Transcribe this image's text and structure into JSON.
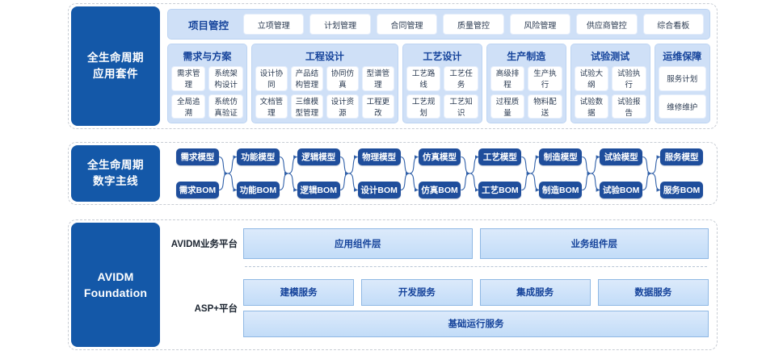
{
  "colors": {
    "sidebar_blue": "#1458a8",
    "group_blue": "#cfe0f7",
    "thread_navy": "#1f4e9c",
    "title_blue": "#15439b"
  },
  "suite": {
    "sidebar_label": "全生命周期\n应用套件",
    "sidebar_line1": "全生命周期",
    "sidebar_line2": "应用套件",
    "pm": {
      "title": "项目管控",
      "items": [
        "立项管理",
        "计划管理",
        "合同管理",
        "质量管控",
        "风险管理",
        "供应商管控",
        "综合看板"
      ]
    },
    "groups": [
      {
        "title": "需求与方案",
        "cols": 2,
        "items": [
          "需求管理",
          "系统架构设计",
          "全局追溯",
          "系统仿真验证"
        ]
      },
      {
        "title": "工程设计",
        "cols": 4,
        "items": [
          "设计协同",
          "产品结构管理",
          "协同仿真",
          "型谱管理",
          "文档管理",
          "三维模型管理",
          "设计资源",
          "工程更改"
        ]
      },
      {
        "title": "工艺设计",
        "cols": 2,
        "items": [
          "工艺路线",
          "工艺任务",
          "工艺规划",
          "工艺知识"
        ]
      },
      {
        "title": "生产制造",
        "cols": 2,
        "items": [
          "高级排程",
          "生产执行",
          "过程质量",
          "物料配送"
        ]
      },
      {
        "title": "试验测试",
        "cols": 2,
        "items": [
          "试验大纲",
          "试验执行",
          "试验数据",
          "试验报告"
        ]
      },
      {
        "title": "运维保障",
        "cols": 1,
        "items": [
          "服务计划",
          "维修维护"
        ]
      }
    ]
  },
  "thread": {
    "sidebar_line1": "全生命周期",
    "sidebar_line2": "数字主线",
    "stages": [
      {
        "model": "需求模型",
        "bom": "需求BOM"
      },
      {
        "model": "功能模型",
        "bom": "功能BOM"
      },
      {
        "model": "逻辑模型",
        "bom": "逻辑BOM"
      },
      {
        "model": "物理模型",
        "bom": "设计BOM"
      },
      {
        "model": "仿真模型",
        "bom": "仿真BOM"
      },
      {
        "model": "工艺模型",
        "bom": "工艺BOM"
      },
      {
        "model": "制造模型",
        "bom": "制造BOM"
      },
      {
        "model": "试验模型",
        "bom": "试验BOM"
      },
      {
        "model": "服务模型",
        "bom": "服务BOM"
      }
    ]
  },
  "avidm": {
    "sidebar_line1": "AVIDM",
    "sidebar_line2": "Foundation",
    "business_platform_label": "AVIDM业务平台",
    "business_boxes": [
      "应用组件层",
      "业务组件层"
    ],
    "asp_label": "ASP+平台",
    "asp_services": [
      "建模服务",
      "开发服务",
      "集成服务",
      "数据服务"
    ],
    "asp_base": "基础运行服务"
  }
}
